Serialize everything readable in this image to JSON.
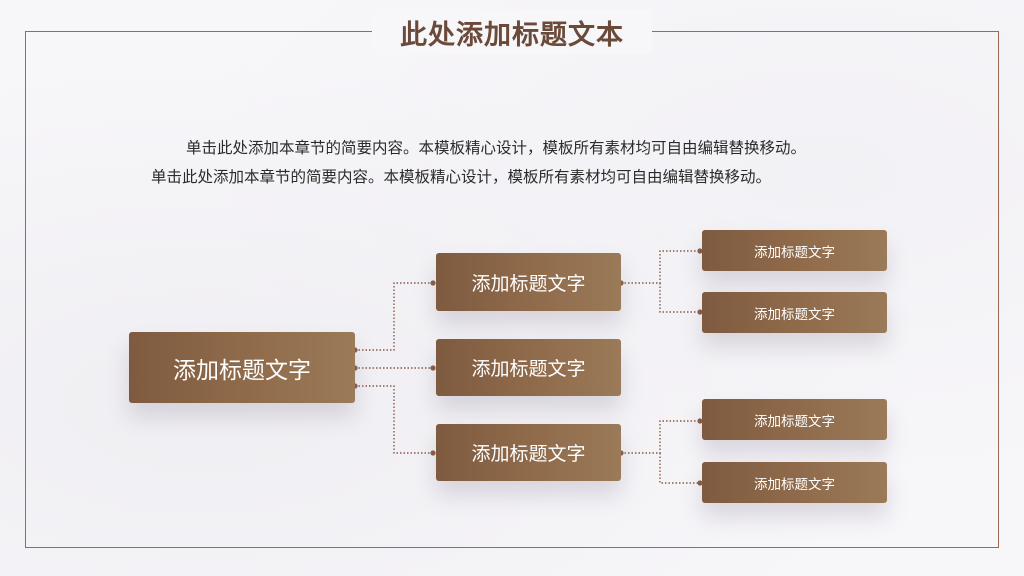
{
  "slide": {
    "title": "此处添加标题文本",
    "description_lines": [
      "单击此处添加本章节的简要内容。本模板精心设计，模板所有素材均可自由编辑替换移动。",
      "单击此处添加本章节的简要内容。本模板精心设计，模板所有素材均可自由编辑替换移动。"
    ]
  },
  "diagram": {
    "type": "tree",
    "root": {
      "label": "添加标题文字"
    },
    "level2": [
      {
        "label": "添加标题文字"
      },
      {
        "label": "添加标题文字"
      },
      {
        "label": "添加标题文字"
      }
    ],
    "level3": [
      {
        "label": "添加标题文字",
        "parent": 0
      },
      {
        "label": "添加标题文字",
        "parent": 0
      },
      {
        "label": "添加标题文字",
        "parent": 2
      },
      {
        "label": "添加标题文字",
        "parent": 2
      }
    ]
  },
  "colors": {
    "accent": "#6b4a3a",
    "frame": "#9a6b52",
    "node_start": "#7e5a40",
    "node_end": "#9a7a58",
    "connector": "#8a5a45"
  }
}
